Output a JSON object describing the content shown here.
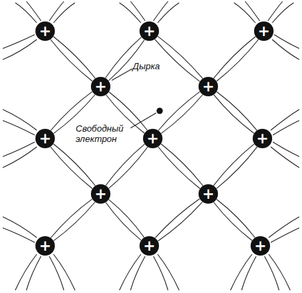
{
  "diagram": {
    "nodes": [
      {
        "text": [
          "+"
        ]
      },
      {
        "text": [
          "+"
        ]
      },
      {
        "text": [
          "+"
        ]
      },
      {
        "text": [
          "+"
        ]
      },
      {
        "text": [
          "+"
        ]
      },
      {
        "text": [
          "+"
        ]
      },
      {
        "text": [
          "+"
        ]
      },
      {
        "text": [
          "+"
        ]
      },
      {
        "text": [
          "+"
        ]
      },
      {
        "text": [
          "+"
        ]
      },
      {
        "text": [
          "+"
        ]
      },
      {
        "text": [
          "+"
        ]
      },
      {
        "text": [
          "+"
        ]
      }
    ],
    "edges": [
      {
        "from": 0,
        "to": 3,
        "arrow": "none"
      },
      {
        "from": 1,
        "to": 3,
        "arrow": "none"
      },
      {
        "from": 1,
        "to": 4,
        "arrow": "none"
      },
      {
        "from": 2,
        "to": 4,
        "arrow": "none"
      },
      {
        "from": 3,
        "to": 5,
        "arrow": "none"
      },
      {
        "from": 3,
        "to": 6,
        "arrow": "none"
      },
      {
        "from": 4,
        "to": 6,
        "arrow": "none"
      },
      {
        "from": 4,
        "to": 7,
        "arrow": "none"
      },
      {
        "from": 5,
        "to": 8,
        "arrow": "none"
      },
      {
        "from": 6,
        "to": 8,
        "arrow": "none"
      },
      {
        "from": 6,
        "to": 9,
        "arrow": "none"
      },
      {
        "from": 7,
        "to": 9,
        "arrow": "none"
      },
      {
        "from": 8,
        "to": 10,
        "arrow": "none"
      },
      {
        "from": 8,
        "to": 11,
        "arrow": "none"
      },
      {
        "from": 9,
        "to": 11,
        "arrow": "none"
      },
      {
        "from": 9,
        "to": 12,
        "arrow": "none"
      }
    ],
    "labels": [
      "Дырка",
      "Свободный электрон"
    ]
  }
}
